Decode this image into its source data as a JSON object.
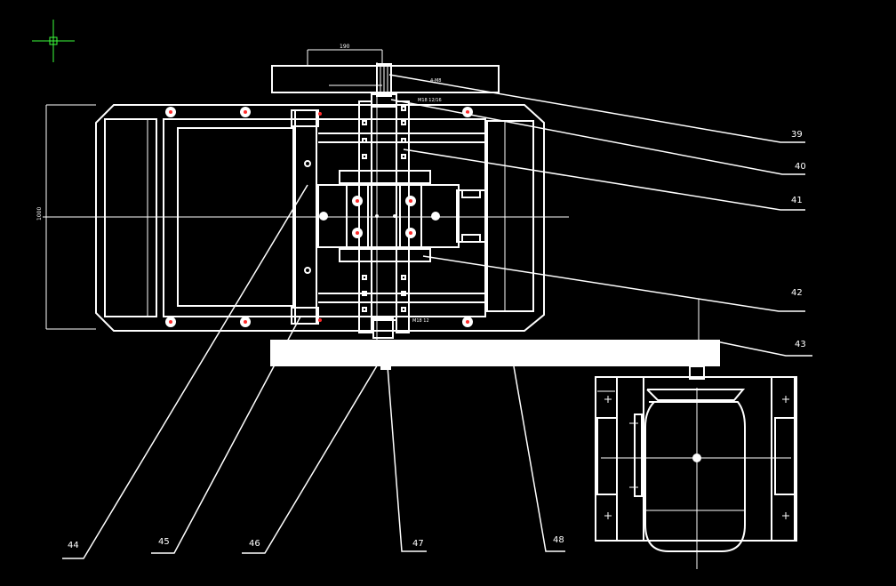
{
  "colors": {
    "background": "#000000",
    "line": "#ffffff",
    "marker": "#ff2a2a",
    "crosshair": "#3cff3c"
  },
  "icons": {
    "cursor": "crosshair-cursor-icon",
    "bolt": "bolt-head-icon"
  },
  "labels": {
    "top_dim": "190",
    "left_dim": "1000",
    "note_top": "M18 12/16",
    "note_small": "4-M8",
    "note_bottom": "M18 12"
  },
  "callouts": [
    "39",
    "40",
    "41",
    "42",
    "43",
    "44",
    "45",
    "46",
    "47",
    "48"
  ]
}
